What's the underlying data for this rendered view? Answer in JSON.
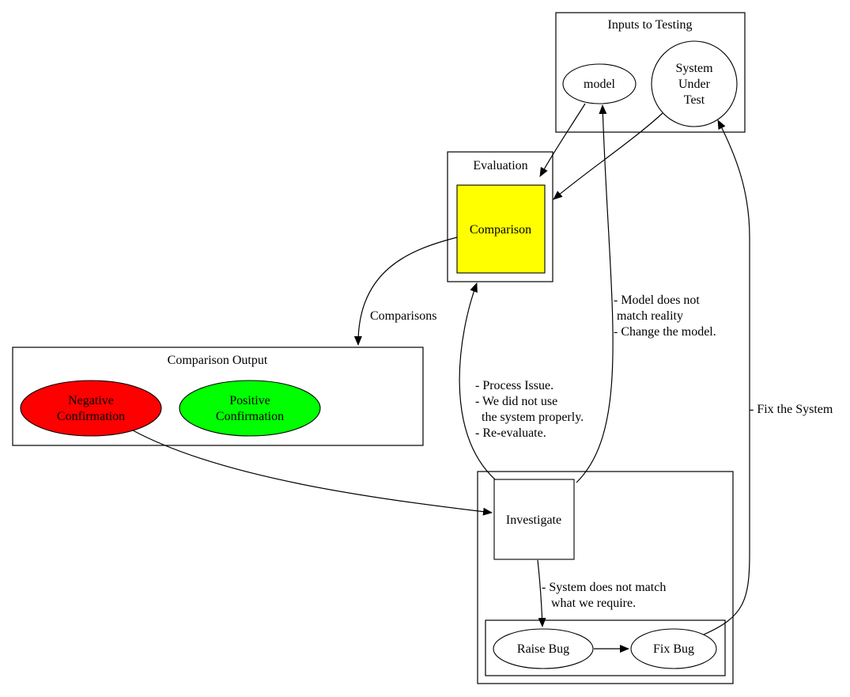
{
  "colors": {
    "comparison_fill": "#ffff00",
    "negative_fill": "#ff0000",
    "positive_fill": "#00ff00",
    "default_fill": "#ffffff",
    "stroke": "#000000"
  },
  "clusters": {
    "inputs": {
      "label": "Inputs to Testing"
    },
    "evaluation": {
      "label": "Evaluation"
    },
    "output": {
      "label": "Comparison Output"
    },
    "investigation": {
      "label": ""
    },
    "bug_fix": {
      "label": ""
    }
  },
  "nodes": {
    "model": {
      "label": "model"
    },
    "sut": {
      "lines": [
        "System",
        "Under",
        "Test"
      ]
    },
    "comparison": {
      "label": "Comparison"
    },
    "negative": {
      "lines": [
        "Negative",
        "Confirmation"
      ]
    },
    "positive": {
      "lines": [
        "Positive",
        "Confirmation"
      ]
    },
    "investigate": {
      "label": "Investigate"
    },
    "raise_bug": {
      "label": "Raise Bug"
    },
    "fix_bug": {
      "label": "Fix Bug"
    }
  },
  "edges": {
    "comparisons": {
      "label": "Comparisons"
    },
    "process_issue": {
      "lines": [
        "- Process Issue.",
        "- We did not use",
        "  the system properly.",
        "- Re-evaluate."
      ]
    },
    "model_mismatch": {
      "lines": [
        "- Model does not",
        " match reality",
        "- Change the model."
      ]
    },
    "system_mismatch": {
      "lines": [
        "- System does not match",
        "   what we require."
      ]
    },
    "fix_system": {
      "label": "- Fix the System"
    }
  }
}
